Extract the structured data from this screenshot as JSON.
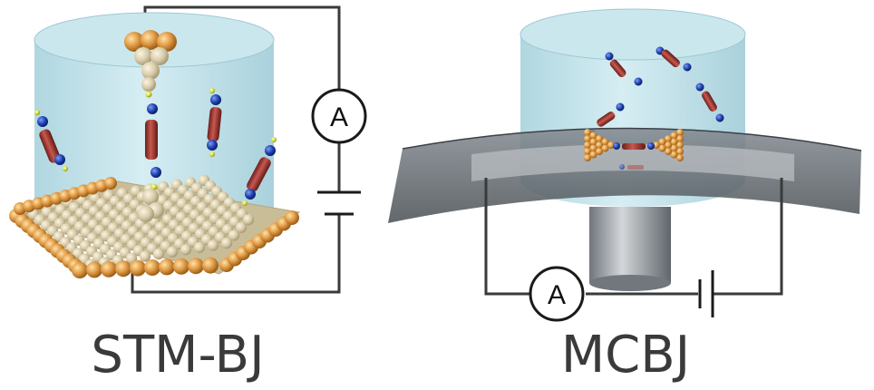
{
  "panels": {
    "left": {
      "caption": "STM-BJ",
      "meter_symbol": "A"
    },
    "right": {
      "caption": "MCBJ",
      "meter_symbol": "A"
    }
  },
  "colors": {
    "liquid": "#bfe1ea",
    "gold": "#e8a14a",
    "gold_shadow": "#a86a1f",
    "substrate": "#d4c9a8",
    "molecule_body": "#b7443e",
    "anchor_blue": "#1e3fa8",
    "end_yellow": "#d8e04a",
    "wire": "#3a3a3a",
    "bending_beam": "#6b7278",
    "pushrod": "#9ea4aa"
  },
  "icons": {
    "ammeter": "ammeter-icon",
    "battery": "battery-icon"
  }
}
